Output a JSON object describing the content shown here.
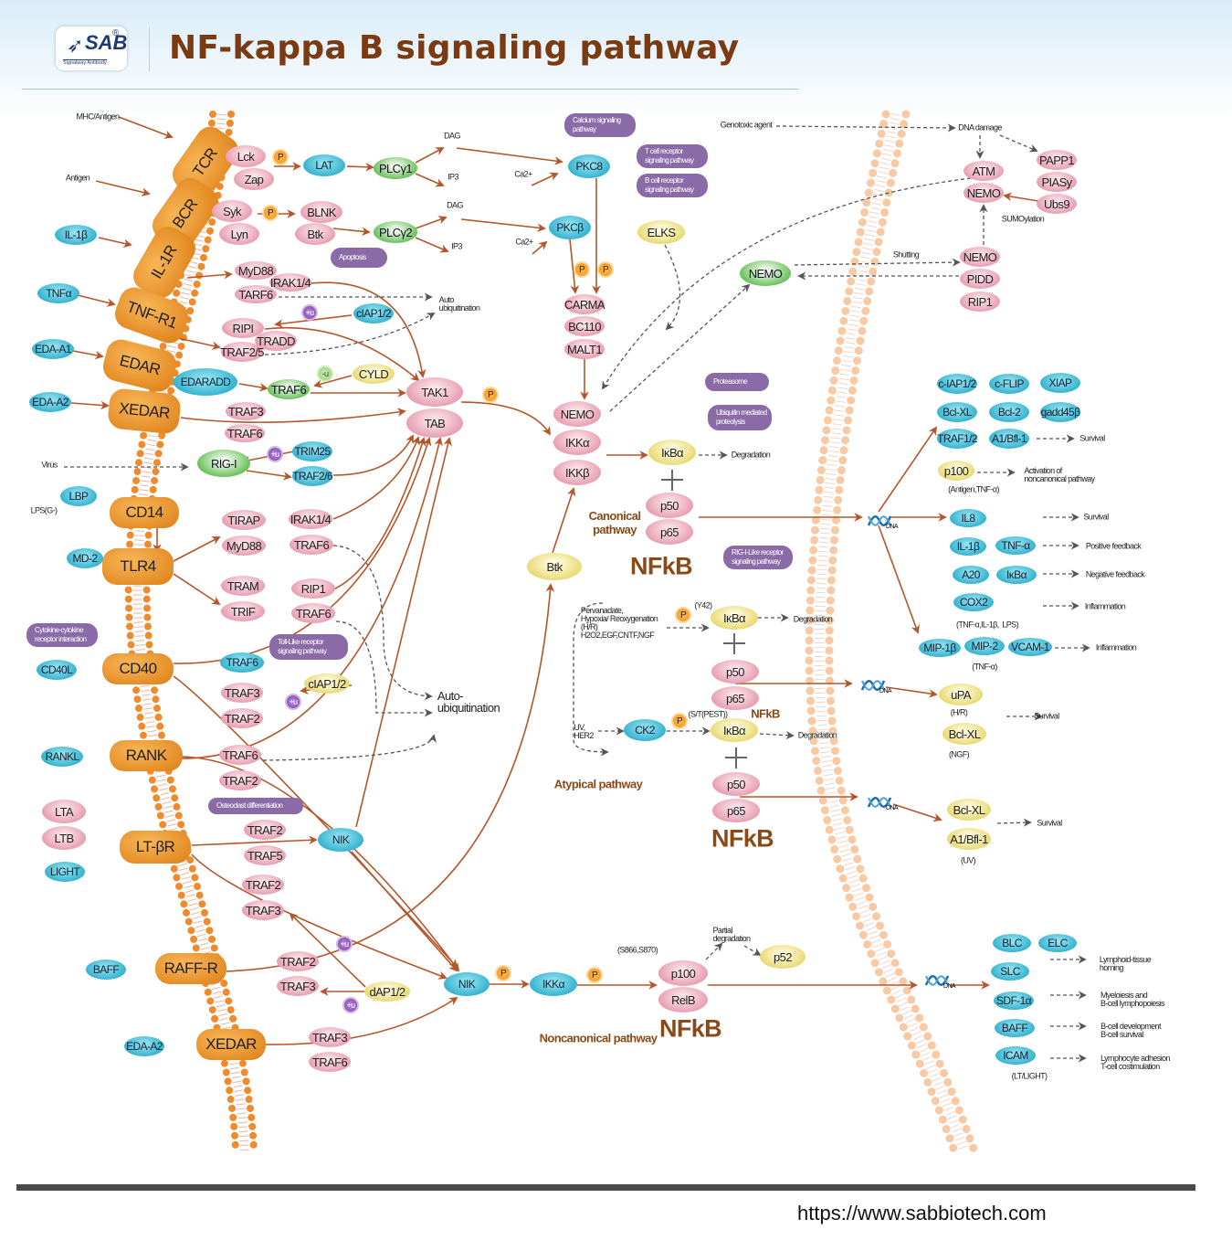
{
  "header": {
    "title": "NF-kappa B signaling pathway",
    "logo_text": "SAB",
    "logo_subtitle": "Signalway Antibody"
  },
  "footer": {
    "url": "https://www.sabbiotech.com"
  },
  "receptors": {
    "tcr": "TCR",
    "bcr": "BCR",
    "il1r": "IL-1R",
    "tnfr1": "TNF-R1",
    "edar": "EDAR",
    "xedar": "XEDAR",
    "cd14": "CD14",
    "tlr4": "TLR4",
    "cd40": "CD40",
    "rank": "RANK",
    "ltbr": "LT-βR",
    "raffr": "RAFF-R",
    "xedar2": "XEDAR"
  },
  "ligands": {
    "mhc": "MHC/Antigen",
    "antigen": "Antigen",
    "il1b": "IL-1β",
    "tnfa": "TNFα",
    "edaa1": "EDA-A1",
    "edaa2": "EDA-A2",
    "virus": "Virus",
    "lbp": "LBP",
    "lps": "LPS(G-)",
    "md2": "MD-2",
    "cd40l": "CD40L",
    "rankl": "RANKL",
    "lta": "LTA",
    "ltb": "LTB",
    "light": "LIGHT",
    "baff": "BAFF",
    "edaa2b": "EDA-A2"
  },
  "proteins": {
    "lck": "Lck",
    "zap": "Zap",
    "lat": "LAT",
    "plcg1": "PLCγ1",
    "syk": "Syk",
    "lyn": "Lyn",
    "blnk": "BLNK",
    "btk": "Btk",
    "plcg2": "PLCγ2",
    "pkc8": "PKC8",
    "pkcb": "PKCβ",
    "carma": "CARMA",
    "bc110": "BC110",
    "malt1": "MALT1",
    "elks": "ELKS",
    "myd88": "MyD88",
    "irak14": "IRAK1/4",
    "tarf6": "TARF6",
    "ciap12": "cIAP1/2",
    "ripi": "RIPI",
    "tradd": "TRADD",
    "traf25": "TRAF2/5",
    "edaradd": "EDARADD",
    "traf6a": "TRAF6",
    "cyld": "CYLD",
    "traf3a": "TRAF3",
    "traf6b": "TRAF6",
    "rigi": "RIG-I",
    "trim25": "TRIM25",
    "traf26": "TRAF2/6",
    "tak1": "TAK1",
    "tab": "TAB",
    "nemo": "NEMO",
    "ikka": "IKKα",
    "ikkb": "IKKβ",
    "ikba": "IκBα",
    "p50": "p50",
    "p65": "p65",
    "tirap": "TIRAP",
    "myd88b": "MyD88",
    "irak14b": "IRAK1/4",
    "traf6c": "TRAF6",
    "tram": "TRAM",
    "trif": "TRIF",
    "rip1": "RIP1",
    "traf6d": "TRAF6",
    "btk2": "Btk",
    "traf6e": "TRAF6",
    "traf3b": "TRAF3",
    "traf2a": "TRAF2",
    "ciap12b": "cIAP1/2",
    "traf6f": "TRAF6",
    "traf2b": "TRAF2",
    "traf2c": "TRAF2",
    "traf5": "TRAF5",
    "nik1": "NIK",
    "traf2d": "TRAF2",
    "traf3c": "TRAF3",
    "traf2e": "TRAF2",
    "traf3d": "TRAF3",
    "dap12": "dAP1/2",
    "nik2": "NIK",
    "ikka2": "IKKα",
    "p100": "p100",
    "relb": "RelB",
    "p52": "p52",
    "traf3e": "TRAF3",
    "traf6g": "TRAF6",
    "nemo_c": "NEMO",
    "atm": "ATM",
    "nemo_n": "NEMO",
    "papp1": "PAPP1",
    "piasy": "PIASy",
    "ubs9": "Ubs9",
    "nemo_s": "NEMO",
    "pidd": "PIDD",
    "rip1b": "RIP1",
    "ikba_y": "IκBα",
    "p50b": "p50",
    "p65b": "p65",
    "ck2": "CK2",
    "ikba_st": "IκBα",
    "p50c": "p50",
    "p65c": "p65"
  },
  "targets": {
    "ciap12": "c-IAP1/2",
    "cflip": "c-FLIP",
    "xiap": "XIAP",
    "bclxl": "Bcl-XL",
    "bcl2": "Bcl-2",
    "gadd45b": "gadd45β",
    "traf12": "TRAF1/2",
    "a1bfl1": "A1/Bfl-1",
    "p100": "p100",
    "il8": "IL8",
    "il1b": "IL-1β",
    "tnfa": "TNF-α",
    "a20": "A20",
    "ikba": "IκBα",
    "cox2": "COX2",
    "mip1b": "MIP-1β",
    "mip2": "MIP-2",
    "vcam1": "VCAM-1",
    "upa": "uPA",
    "bclxl2": "Bcl-XL",
    "bclxl3": "Bcl-XL",
    "a1bfl1b": "A1/Bfl-1",
    "blc": "BLC",
    "elc": "ELC",
    "slc": "SLC",
    "sdf1a": "SDF-1α",
    "baff": "BAFF",
    "icam": "ICAM"
  },
  "pathway_links": {
    "calcium": "Calcium signaling\npathway",
    "tcr": "T cell receptor\nsignaling pathway",
    "bcr": "B cell receptor\nsignaling pathway",
    "apoptosis": "Apoptosis",
    "proteasome": "Proteasome",
    "ubiquitin": "Ubiquitin mediated\nproteolysis",
    "rigi": "RIG-I-Like receptor\nsignaling pathway",
    "toll": "Toll-Like receptor\nsignaling pathway",
    "cytokine": "Cytokine-cytokine\nreceptor interaction",
    "osteoclast": "Osteoclast differentiation"
  },
  "annotations": {
    "dag1": "DAG",
    "ip31": "IP3",
    "ca1": "Ca2+",
    "dag2": "DAG",
    "ip32": "IP3",
    "ca2": "Ca2+",
    "autoub1": "Auto\nubiquitination",
    "autoub2": "Auto-\nubiquitination",
    "genotoxic": "Genotoxic agent",
    "dnadamage": "DNA damage",
    "sumo": "SUMOylation",
    "shutting": "Shutting",
    "degr1": "Degradation",
    "canonical": "Canonical\npathway",
    "nfkb1": "NFkB",
    "surv1": "Survival",
    "actnc": "Activation of\nnoncanonical pathway",
    "antigen_tnf": "(Antigen,TNF-α)",
    "surv2": "Survival",
    "posfb": "Positive feedback",
    "negfb": "Negative feedback",
    "infl1": "Inflammation",
    "tnf_il_lps": "(TNF-α,IL-1β,  LPS)",
    "infl2": "Inflammation",
    "tnf_only": "(TNF-α)",
    "pervan": "Pervanadate,\nHypoxia/ Reoxygenation\n(H/R)\nH2O2,EGF,CNTF,NGF",
    "y42": "(Y42)",
    "degr2": "Degradation",
    "stpest": "(S/T(PEST))",
    "nfkb_small": "NFkB",
    "uvher2": "UV,\nHER2",
    "degr3": "Degradation",
    "atypical": "Atypical pathway",
    "nfkb2": "NFkB",
    "hr": "(H/R)",
    "surv3": "Survival",
    "ngf": "(NGF)",
    "surv4": "Survival",
    "uv": "(UV)",
    "s866": "(S866,S870)",
    "partial": "Partial\ndegradation",
    "noncanonical": "Noncanonical pathway",
    "nfkb3": "NFkB",
    "lymphoid": "Lymphoid-tissue\nhoming",
    "myelo": "Myeloiesis and\nB-cell lymphopoiesis",
    "bcelldev": "B-cell development\nB-cell survival",
    "lymadh": "Lymphocyte adhesion\nT-cell costimulation",
    "ltlight": "(LT/LIGHT)",
    "dna": "DNA",
    "p": "P",
    "plus_u": "+u",
    "minus_u": "-u"
  },
  "colors": {
    "receptor": "#e0861f",
    "arrow": "#b5562a",
    "title": "#7a3b12",
    "purple_box": "#8b6aa8",
    "blue": "#23a9c9",
    "pink": "#e595aa",
    "green": "#4cb43a",
    "yellow": "#e3d35c"
  }
}
